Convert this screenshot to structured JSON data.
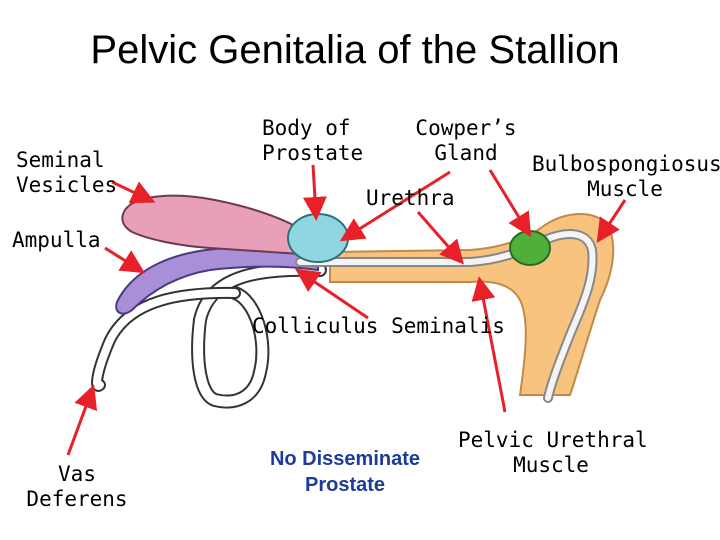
{
  "title": "Pelvic Genitalia of the Stallion",
  "labels": {
    "seminal_vesicles": [
      "Seminal",
      "Vesicles"
    ],
    "ampulla": "Ampulla",
    "body_of_prostate": [
      "Body of",
      "Prostate"
    ],
    "cowpers_gland": [
      "Cowper’s",
      "Gland"
    ],
    "urethra": "Urethra",
    "bulbospongiosus": [
      "Bulbospongiosus",
      "Muscle"
    ],
    "colliculus": "Colliculus Seminalis",
    "vas_deferens": [
      "Vas",
      "Deferens"
    ],
    "pelvic_urethral": [
      "Pelvic Urethral",
      "Muscle"
    ]
  },
  "note": [
    "No Disseminate",
    "Prostate"
  ],
  "colors": {
    "seminal_vesicle": "#e8a0b8",
    "ampulla": "#a98fd8",
    "prostate": "#8fd6e0",
    "cowpers_gland": "#4faf3a",
    "muscle": "#f7c37e",
    "arrow": "#e8202a",
    "note_text": "#1f3b9a"
  }
}
